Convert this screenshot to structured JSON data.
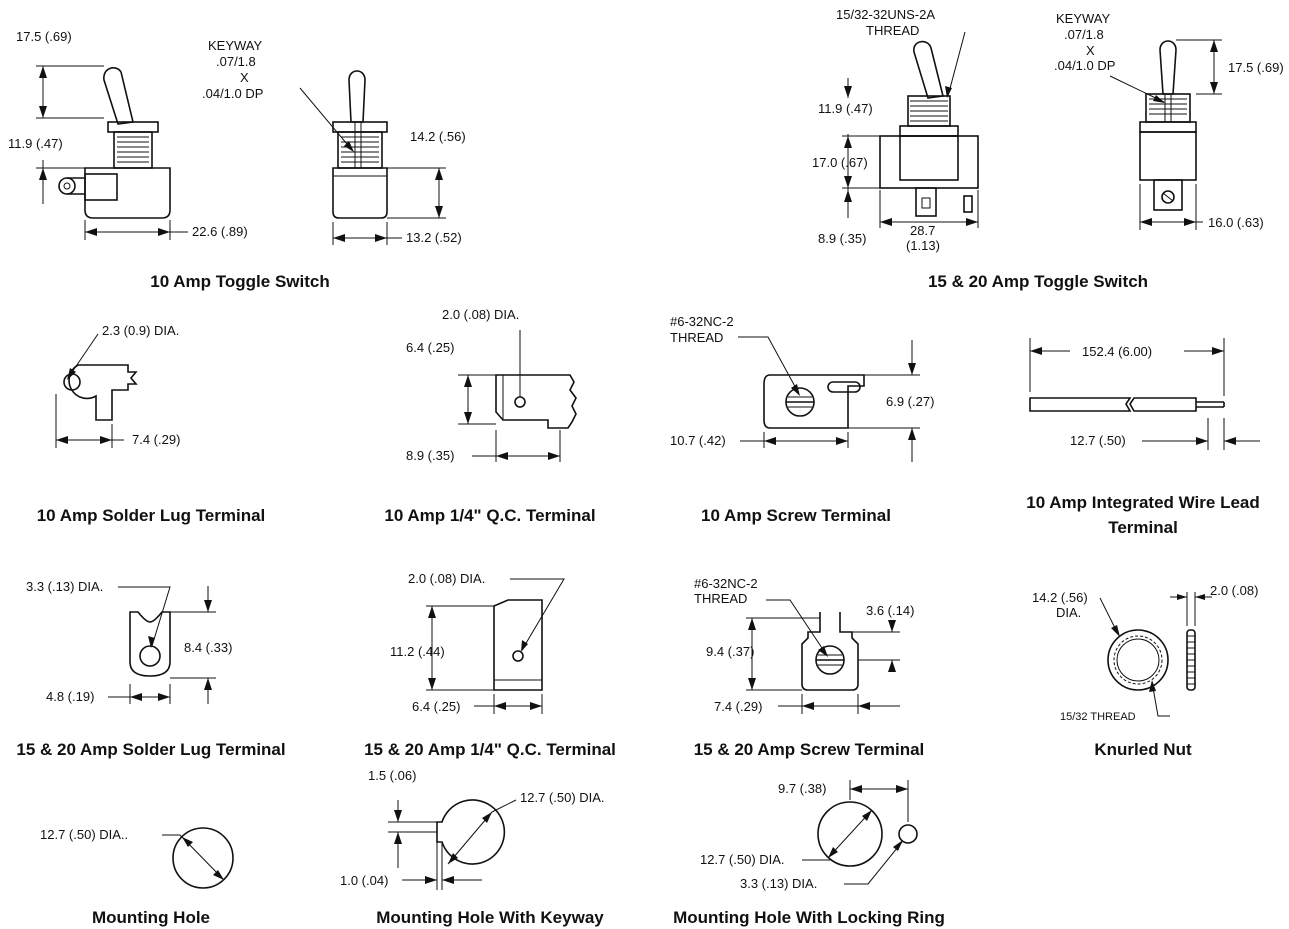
{
  "captions": {
    "toggle10": "10 Amp Toggle Switch",
    "toggle1520": "15 & 20 Amp Toggle Switch",
    "solder10": "10 Amp Solder Lug Terminal",
    "qc10": "10 Amp 1/4\" Q.C. Terminal",
    "screw10": "10 Amp Screw Terminal",
    "wire10_l1": "10 Amp Integrated Wire Lead",
    "wire10_l2": "Terminal",
    "solder1520": "15 & 20 Amp Solder Lug Terminal",
    "qc1520": "15 & 20 Amp 1/4\" Q.C. Terminal",
    "screw1520": "15 & 20 Amp Screw Terminal",
    "nut": "Knurled Nut",
    "hole": "Mounting Hole",
    "hole_key": "Mounting Hole With Keyway",
    "hole_ring": "Mounting Hole With Locking Ring"
  },
  "toggle10": {
    "lever_height": "17.5 (.69)",
    "bushing_height": "11.9 (.47)",
    "body_width": "22.6 (.89)",
    "keyway_l1": "KEYWAY",
    "keyway_l2": ".07/1.8",
    "keyway_l3": "X",
    "keyway_l4": ".04/1.0  DP",
    "body_height": "14.2 (.56)",
    "side_width": "13.2 (.52)"
  },
  "toggle1520": {
    "thread_l1": "15/32-32UNS-2A",
    "thread_l2": "THREAD",
    "bushing_height": "11.9 (.47)",
    "body_height": "17.0 (.67)",
    "terminal_height": "8.9 (.35)",
    "body_width_l1": "28.7",
    "body_width_l2": "(1.13)",
    "keyway_l1": "KEYWAY",
    "keyway_l2": ".07/1.8",
    "keyway_l3": "X",
    "keyway_l4": ".04/1.0 DP",
    "lever_height": "17.5 (.69)",
    "side_width": "16.0 (.63)"
  },
  "solder10": {
    "hole_dia": "2.3 (0.9) DIA.",
    "width": "7.4 (.29)"
  },
  "qc10": {
    "hole_dia": "2.0 (.08) DIA.",
    "height": "6.4 (.25)",
    "width": "8.9 (.35)"
  },
  "screw10": {
    "thread_l1": "#6-32NC-2",
    "thread_l2": "THREAD",
    "height": "6.9 (.27)",
    "width": "10.7 (.42)"
  },
  "wire10": {
    "length": "152.4 (6.00)",
    "strip": "12.7 (.50)"
  },
  "solder1520": {
    "hole_dia": "3.3 (.13) DIA.",
    "height": "8.4 (.33)",
    "width": "4.8 (.19)"
  },
  "qc1520": {
    "hole_dia": "2.0 (.08) DIA.",
    "height": "11.2 (.44)",
    "width": "6.4 (.25)"
  },
  "screw1520": {
    "thread_l1": "#6-32NC-2",
    "thread_l2": "THREAD",
    "top": "3.6 (.14)",
    "height": "9.4 (.37)",
    "width": "7.4 (.29)"
  },
  "nut": {
    "dia_l1": "14.2 (.56)",
    "dia_l2": "DIA.",
    "thickness": "2.0 (.08)",
    "thread": "15/32 THREAD"
  },
  "hole": {
    "dia": "12.7 (.50) DIA.."
  },
  "hole_key": {
    "key_depth": "1.5 (.06)",
    "dia": "12.7 (.50) DIA.",
    "key_width": "1.0 (.04)"
  },
  "hole_ring": {
    "offset": "9.7 (.38)",
    "dia": "12.7 (.50) DIA.",
    "ring_dia": "3.3 (.13) DIA."
  }
}
